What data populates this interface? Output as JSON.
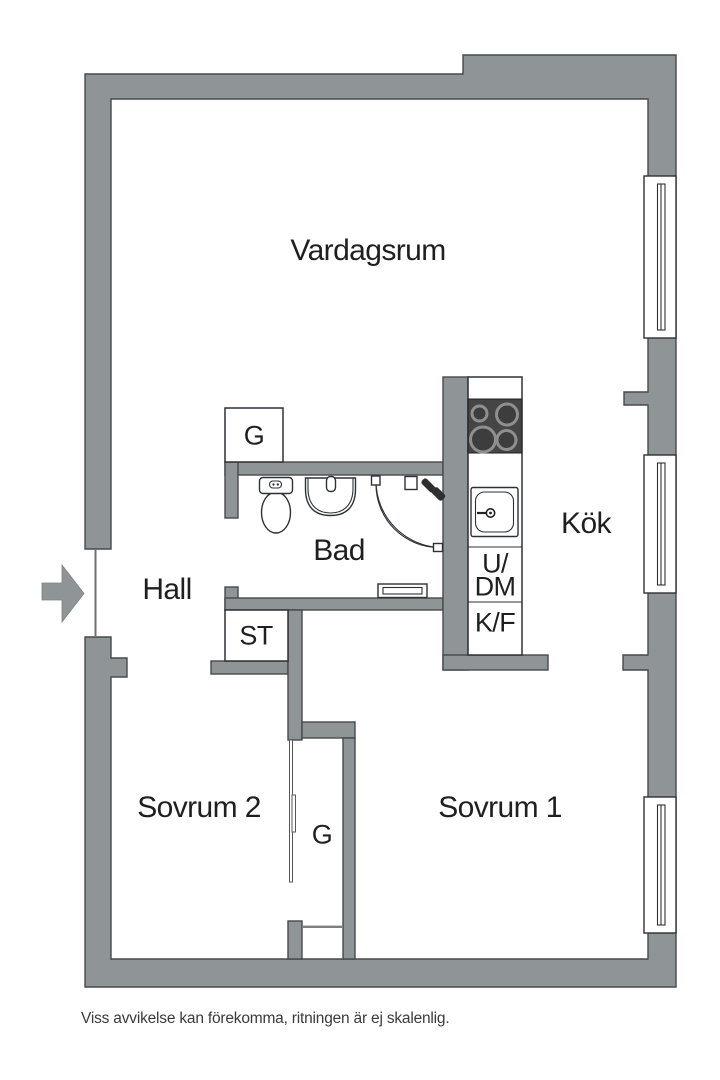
{
  "plan": {
    "rooms": [
      {
        "name": "vardagsrum",
        "label": "Vardagsrum"
      },
      {
        "name": "kok",
        "label": "Kök"
      },
      {
        "name": "bad",
        "label": "Bad"
      },
      {
        "name": "hall",
        "label": "Hall"
      },
      {
        "name": "sovrum1",
        "label": "Sovrum 1"
      },
      {
        "name": "sovrum2",
        "label": "Sovrum 2"
      }
    ],
    "closets": [
      {
        "name": "garderob-bad",
        "label": "G"
      },
      {
        "name": "stad",
        "label": "ST"
      },
      {
        "name": "garderob-sovrum2",
        "label": "G"
      }
    ],
    "appliances": [
      {
        "name": "dishwasher",
        "label_line1": "U/",
        "label_line2": "DM"
      },
      {
        "name": "fridge-freezer",
        "label": "K/F"
      }
    ],
    "caption": "Viss avvikelse kan förekomma, ritningen är ej skalenlig."
  },
  "colors": {
    "wall": "#8F9497",
    "outline": "#46494C",
    "text": "#1F1F1F",
    "stove": "#454545",
    "caption_text": "#3A3A3A",
    "background": "#FFFFFF"
  }
}
